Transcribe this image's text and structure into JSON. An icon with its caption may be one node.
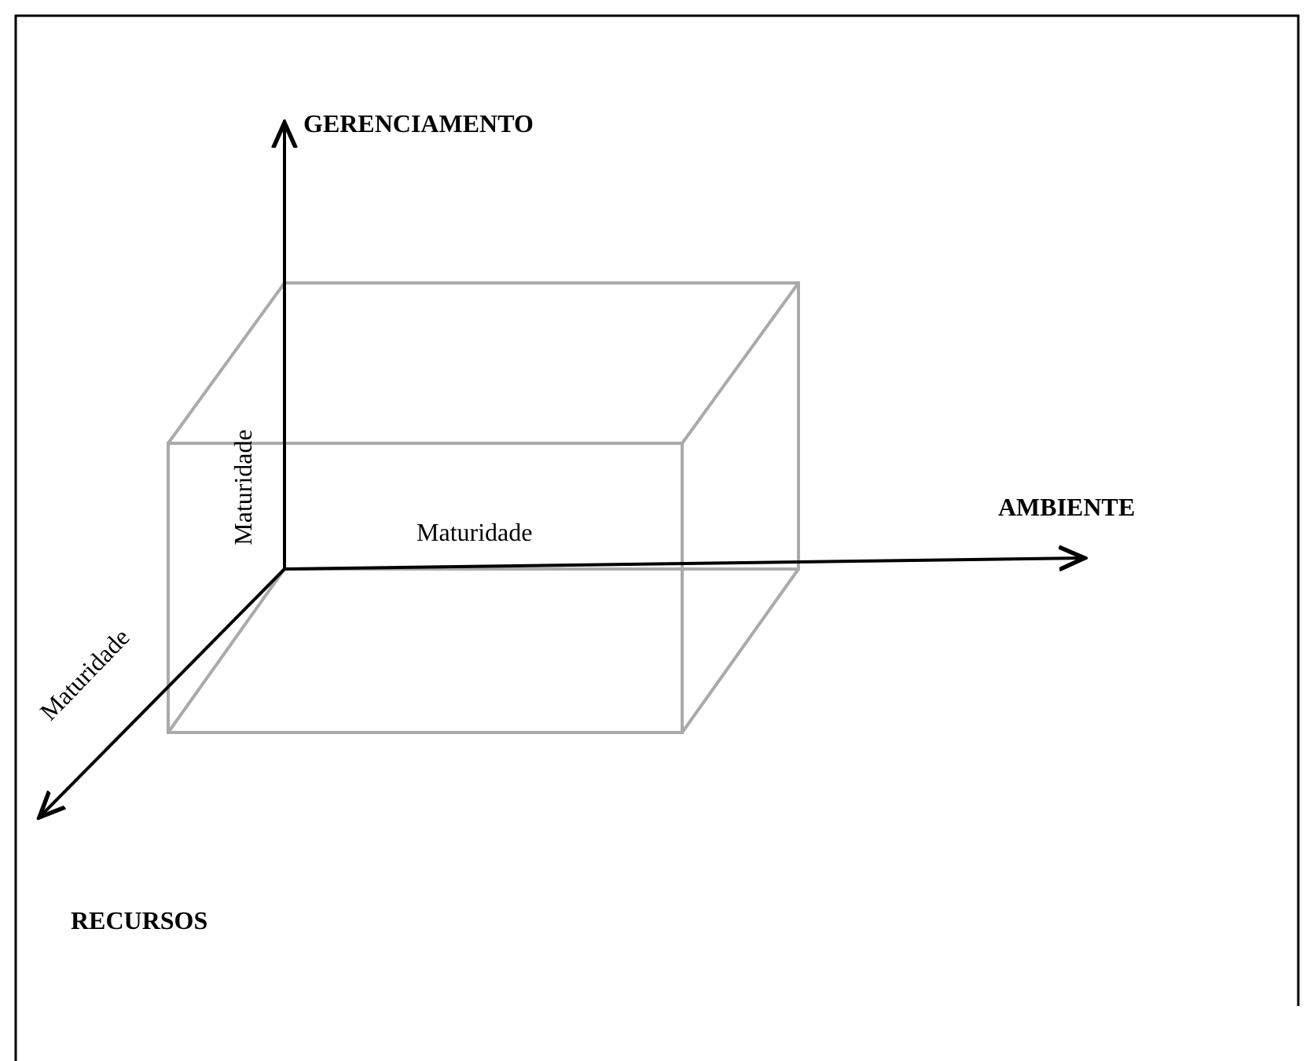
{
  "diagram": {
    "labels": [
      "GERENCIAMENTO",
      "Maturidade",
      "AMBIENTE",
      "Maturidade",
      "Maturidade",
      "RECURSOS"
    ]
  }
}
